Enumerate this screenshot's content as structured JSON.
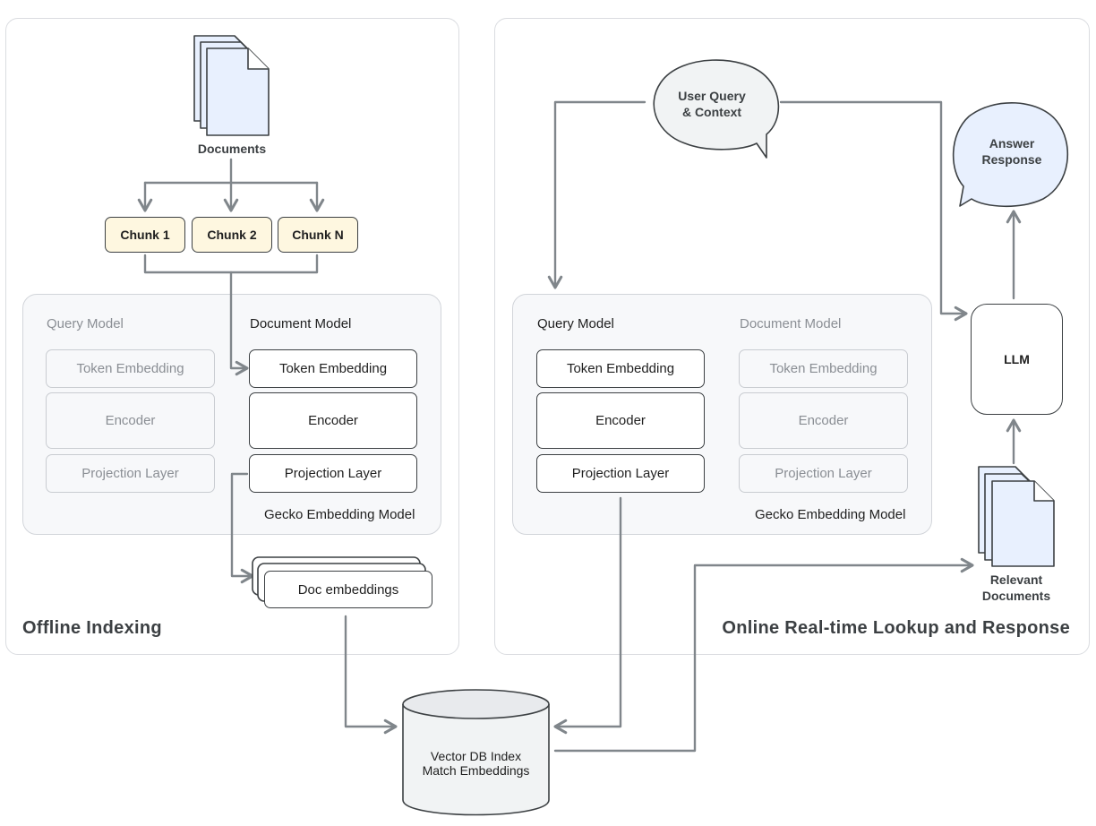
{
  "documents_label": "Documents",
  "chunks": [
    "Chunk 1",
    "Chunk 2",
    "Chunk N"
  ],
  "offline": {
    "title": "Offline Indexing",
    "query_model": {
      "label": "Query Model",
      "layers": [
        "Token Embedding",
        "Encoder",
        "Projection Layer"
      ]
    },
    "document_model": {
      "label": "Document Model",
      "layers": [
        "Token Embedding",
        "Encoder",
        "Projection Layer"
      ]
    },
    "gecko_label": "Gecko Embedding Model",
    "doc_embeddings_label": "Doc embeddings"
  },
  "online": {
    "title": "Online Real-time Lookup and Response",
    "user_query_label": "User Query\n& Context",
    "answer_label": "Answer\nResponse",
    "llm_label": "LLM",
    "relevant_docs_label": "Relevant\nDocuments",
    "query_model": {
      "label": "Query Model",
      "layers": [
        "Token Embedding",
        "Encoder",
        "Projection Layer"
      ]
    },
    "document_model": {
      "label": "Document Model",
      "layers": [
        "Token Embedding",
        "Encoder",
        "Projection Layer"
      ]
    },
    "gecko_label": "Gecko Embedding Model"
  },
  "vector_db_label": "Vector DB Index\nMatch Embeddings",
  "colors": {
    "doc_fill": "#e8f0fe",
    "chunk_fill": "#fef7e0",
    "answer_fill": "#e8f0fe",
    "query_fill": "#f1f3f4",
    "arrow": "#80868b"
  }
}
